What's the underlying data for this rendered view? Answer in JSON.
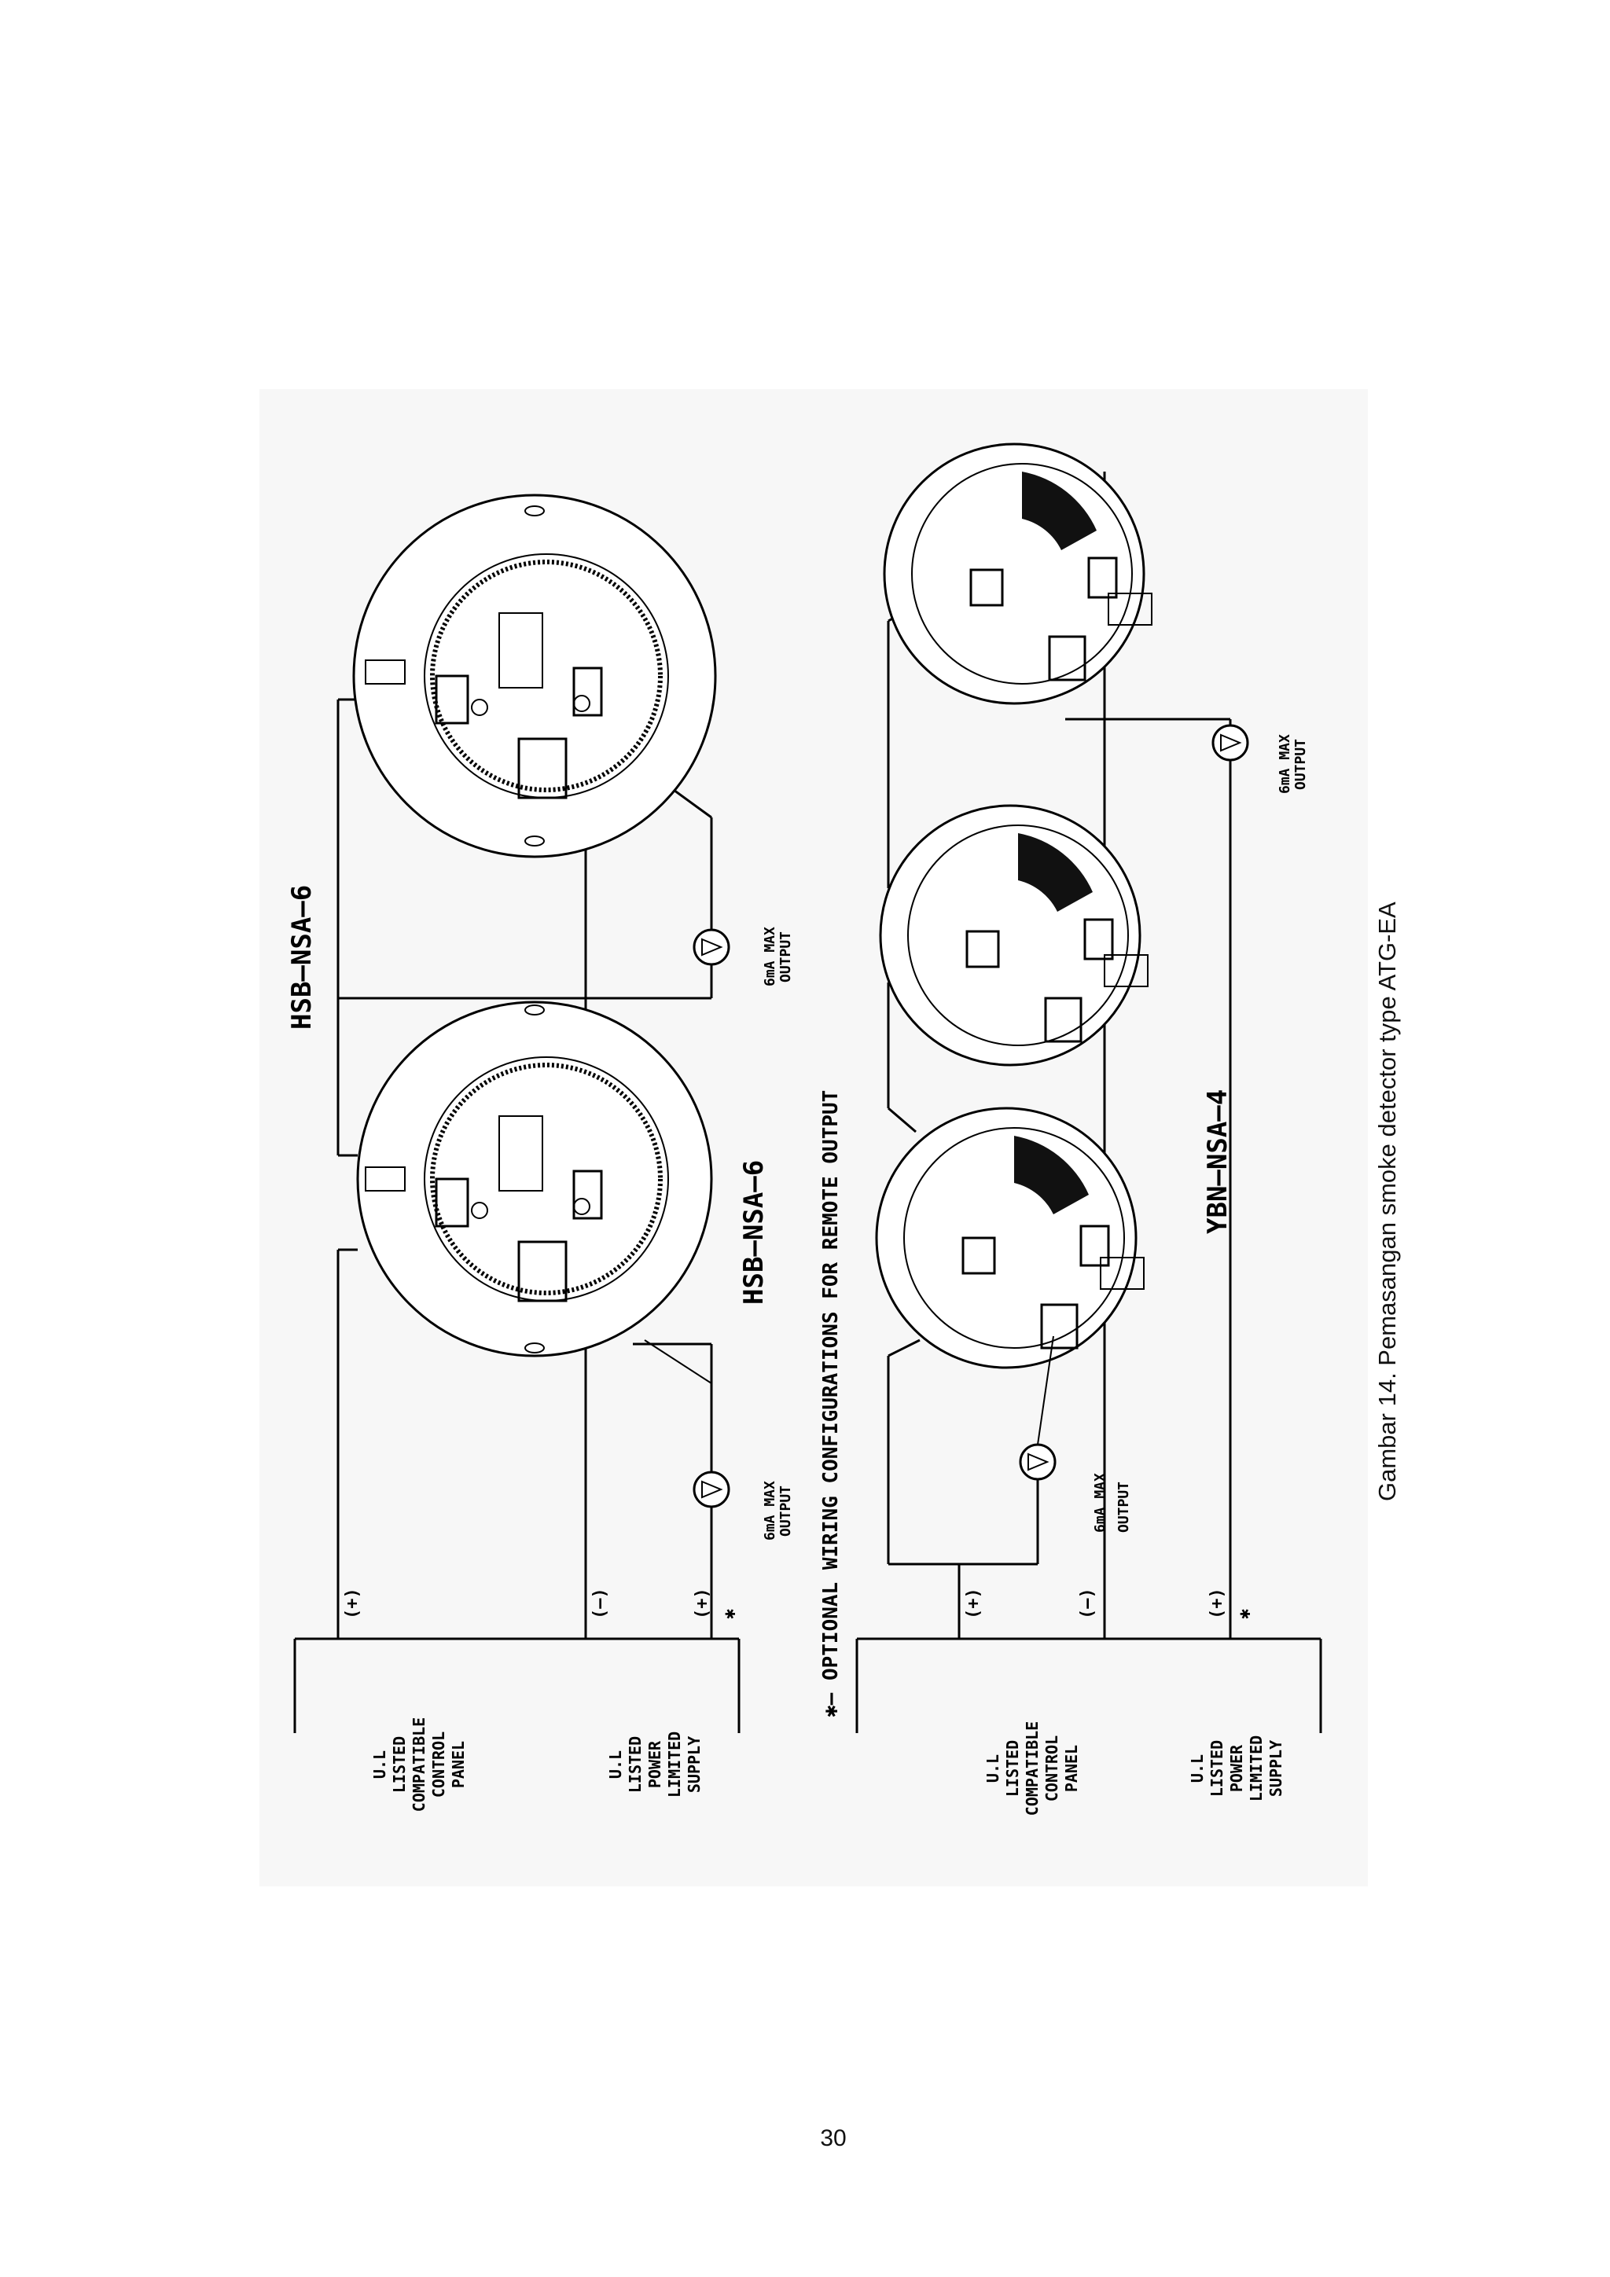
{
  "figure": {
    "top_title": "HSB–NSA–6",
    "second_title": "HSB–NSA–6",
    "bottom_title": "YBN–NSA–4",
    "optional_note": "✱–  OPTIONAL WIRING CONFIGURATIONS FOR REMOTE OUTPUT",
    "led_label_1": "6mA MAX",
    "led_label_2": "OUTPUT",
    "plus": "(+)",
    "minus": "(–)",
    "star": "✱",
    "panel_lines": [
      "U.L",
      "LISTED",
      "COMPATIBLE",
      "CONTROL",
      "PANEL"
    ],
    "supply_lines": [
      "U.L",
      "LISTED",
      "POWER",
      "LIMITED",
      "SUPPLY"
    ]
  },
  "caption": "Gambar 14. Pemasangan smoke detector type ATG-EA",
  "page_number": "30"
}
